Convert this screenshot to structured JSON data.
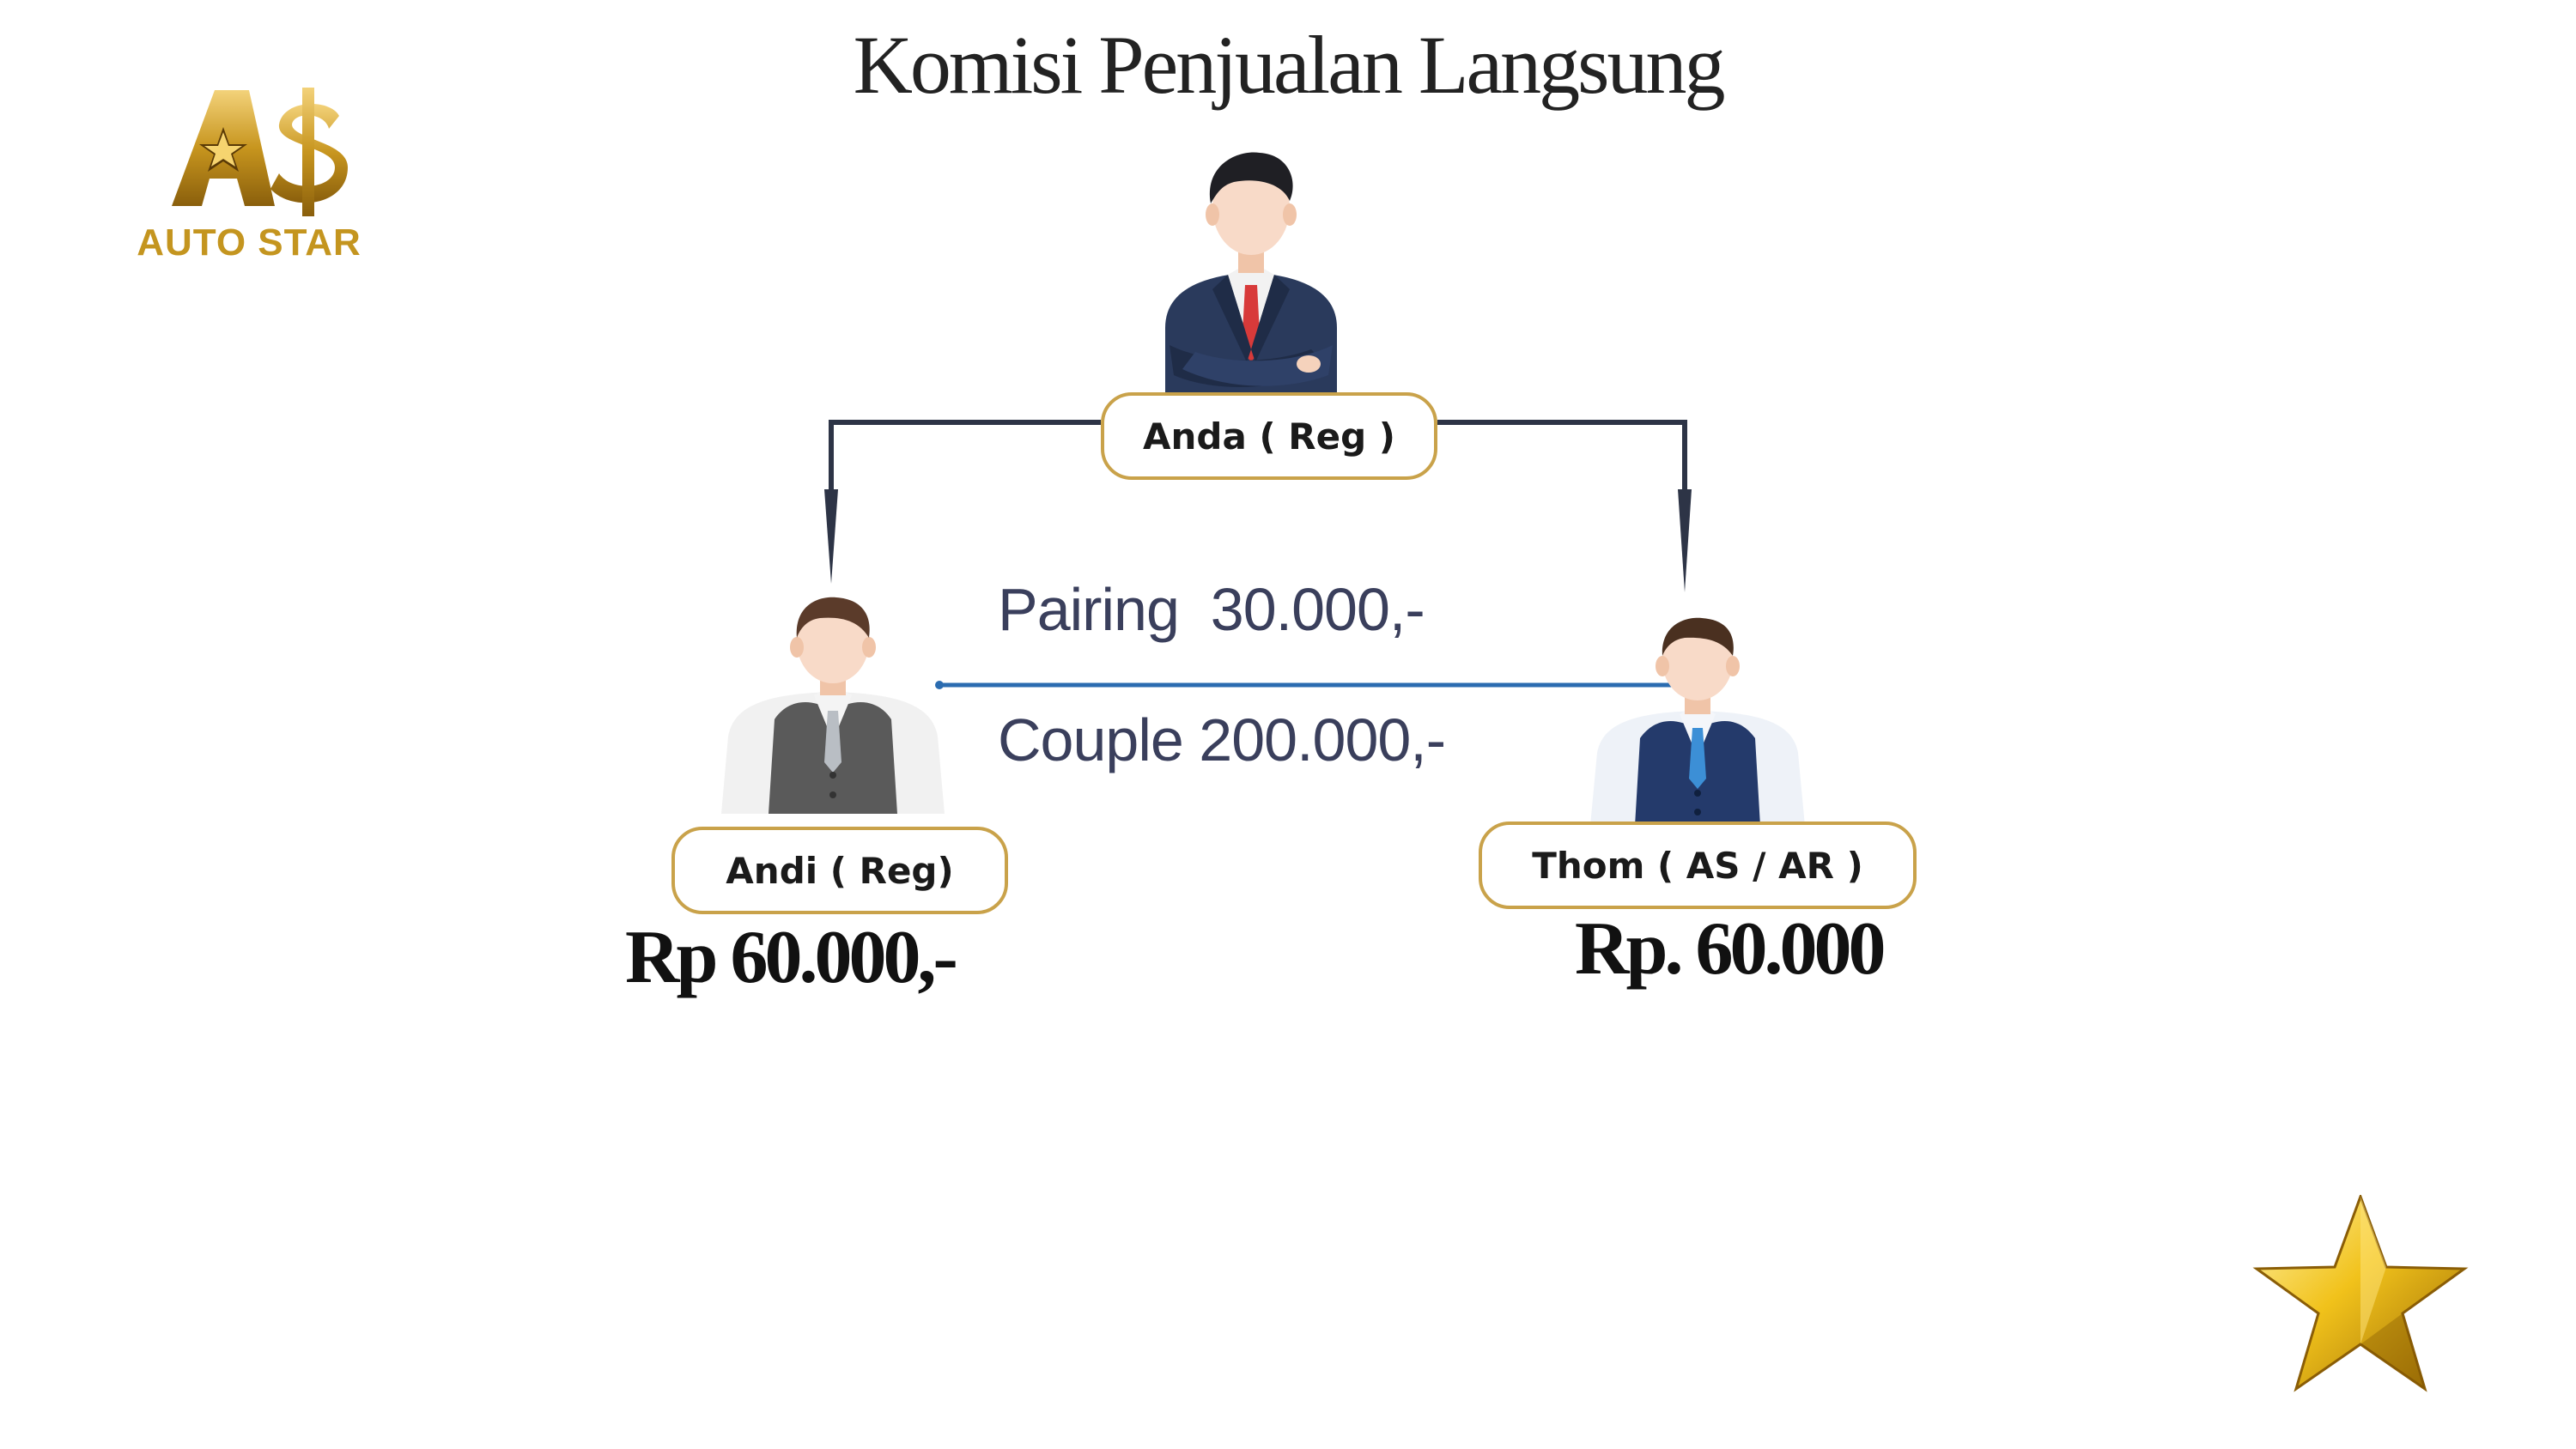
{
  "title": "Komisi Penjualan Langsung",
  "logo": {
    "text": "AUTO STAR",
    "brand_color": "#c4951f"
  },
  "nodes": {
    "top": {
      "label": "Anda  ( Reg )"
    },
    "left": {
      "label": "Andi  ( Reg)",
      "amount": "Rp 60.000,-"
    },
    "right": {
      "label": "Thom ( AS / AR )",
      "amount": "Rp. 60.000"
    }
  },
  "bonus": {
    "pairing": "Pairing  30.000,-",
    "couple": "Couple 200.000,-"
  },
  "colors": {
    "box_border": "#c9a24a",
    "connector": "#2d3446",
    "pair_line": "#2b6cb0",
    "text_bonus": "#3a3f5c"
  },
  "icons": [
    "businessman-icon",
    "employee-icon",
    "gold-star-icon",
    "auto-star-logo"
  ]
}
